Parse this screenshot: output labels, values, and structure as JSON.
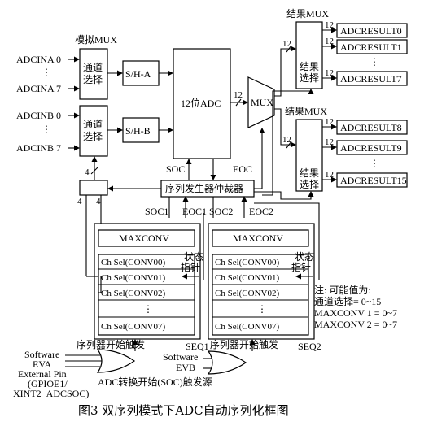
{
  "inputs": {
    "a_first": "ADCINA 0",
    "a_last": "ADCINA 7",
    "b_first": "ADCINB 0",
    "b_last": "ADCINB 7",
    "dots": "⋮"
  },
  "labels": {
    "analog_mux": "模拟MUX",
    "channel_select": [
      "通道",
      "选择"
    ],
    "sh_a": "S/H-A",
    "sh_b": "S/H-B",
    "adc": "12位ADC",
    "mux": "MUX",
    "result_mux_top": "结果MUX",
    "result_mux_bottom": "结果MUX",
    "result_select": [
      "结果",
      "选择"
    ],
    "bits12": "12",
    "four": "4",
    "soc": "SOC",
    "eoc": "EOC",
    "arbiter": "序列发生器仲裁器",
    "soc1": "SOC1",
    "eoc1": "EOC1",
    "soc2": "SOC2",
    "eoc2": "EOC2",
    "state_pointer": [
      "状态",
      "指针"
    ],
    "seq1": "SEQ1",
    "seq2": "SEQ2",
    "trigger": "序列器开始触发",
    "soc_source": "ADC转换开始(SOC)触发源"
  },
  "results_top": [
    "ADCRESULT0",
    "ADCRESULT1",
    "ADCRESULT7"
  ],
  "results_bottom": [
    "ADCRESULT8",
    "ADCRESULT9",
    "ADCRESULT15"
  ],
  "seq": {
    "maxconv": "MAXCONV",
    "rows": [
      "Ch Sel(CONV00)",
      "Ch Sel(CONV01)",
      "Ch Sel(CONV02)",
      "⋮",
      "Ch Sel(CONV07)"
    ]
  },
  "trigger_left": [
    "Software",
    "EVA",
    "External Pin",
    "(GPIOE1/",
    "XINT2_ADCSOC)"
  ],
  "trigger_right": [
    "Software",
    "EVB"
  ],
  "note": [
    "注: 可能值为:",
    "通道选择= 0~15",
    "MAXCONV 1 = 0~7",
    "MAXCONV 2 = 0~7"
  ],
  "caption": "图3  双序列模式下ADC自动序列化框图"
}
